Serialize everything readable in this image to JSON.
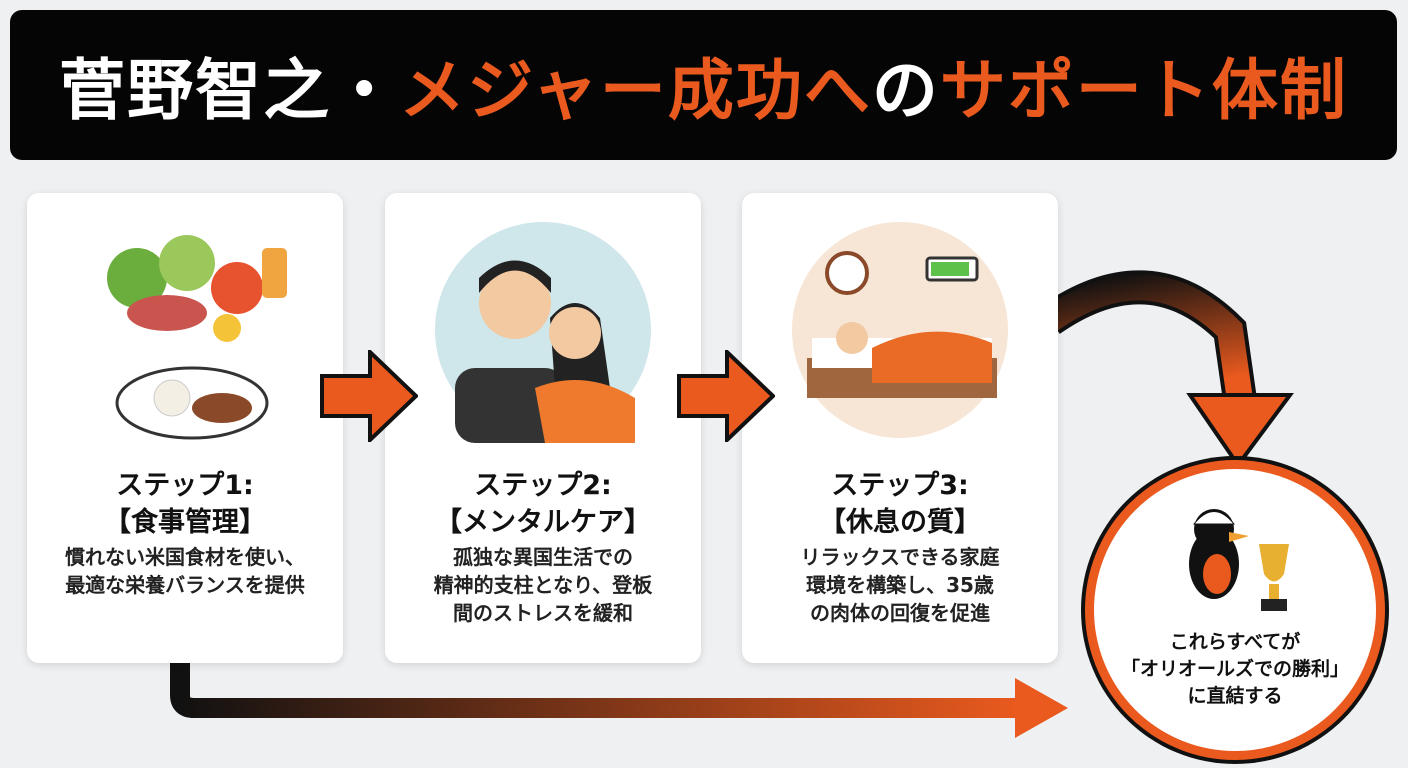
{
  "title": {
    "part1": "菅野智之・",
    "part2": "メジャー成功へ",
    "part3": "の",
    "part4": "サポート体制"
  },
  "steps": [
    {
      "label": "ステップ1:",
      "name": "【食事管理】",
      "lines": [
        "慣れない米国食材を使い、",
        "最適な栄養バランスを提供"
      ]
    },
    {
      "label": "ステップ2:",
      "name": "【メンタルケア】",
      "lines": [
        "孤独な異国生活での",
        "精神的支柱となり、登板",
        "間のストレスを緩和"
      ]
    },
    {
      "label": "ステップ3:",
      "name": "【休息の質】",
      "lines": [
        "リラックスできる家庭",
        "環境を構築し、35歳",
        "の肉体の回復を促進"
      ]
    }
  ],
  "goal": {
    "lines": [
      "これらすべてが",
      "「オリオールズでの勝利」",
      "に直結する"
    ]
  },
  "colors": {
    "accent": "#ea5a1e",
    "dark": "#050505"
  }
}
